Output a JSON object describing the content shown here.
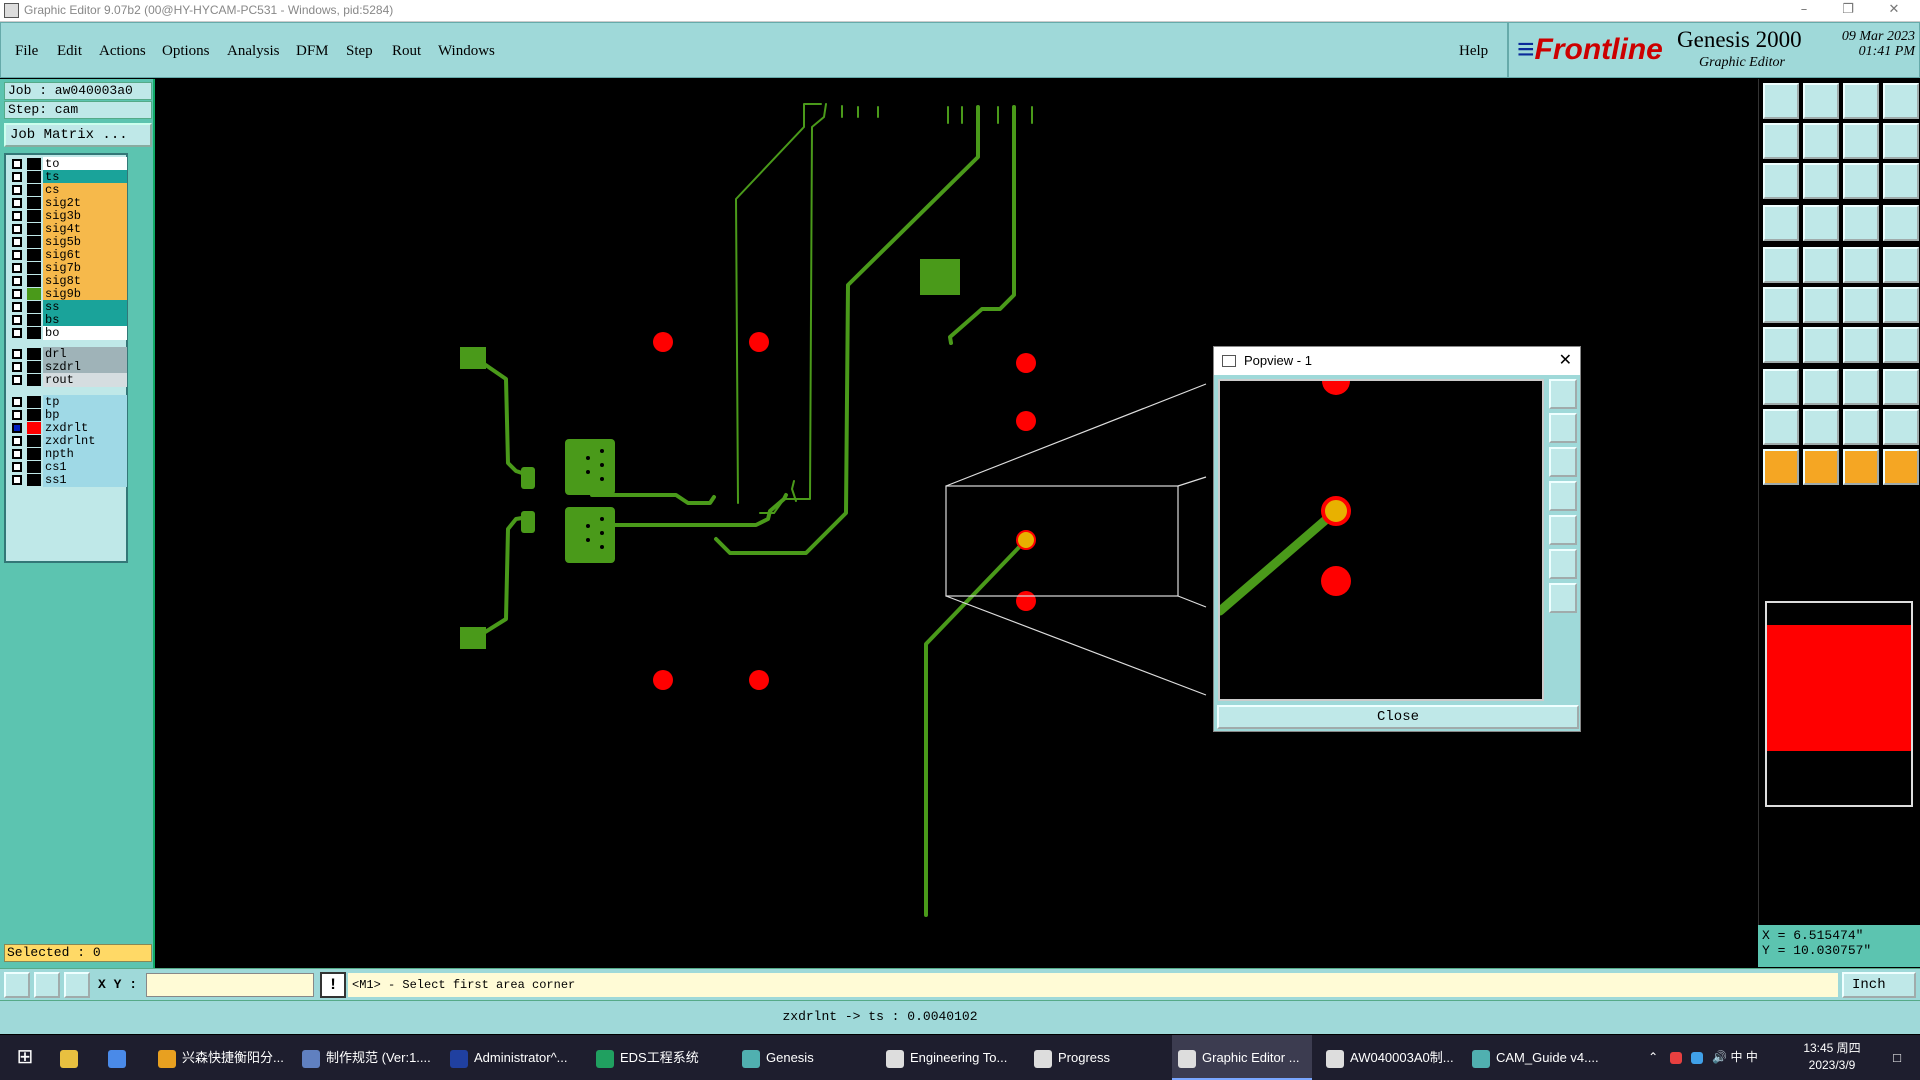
{
  "window": {
    "title": "Graphic Editor 9.07b2 (00@HY-HYCAM-PC531 - Windows, pid:5284)",
    "icon": "app-icon"
  },
  "menu": {
    "items": [
      "File",
      "Edit",
      "Actions",
      "Options",
      "Analysis",
      "DFM",
      "Step",
      "Rout",
      "Windows"
    ],
    "help": "Help"
  },
  "brand": {
    "logo": "Frontline",
    "product": "Genesis 2000",
    "subtitle": "Graphic Editor",
    "date": "09 Mar 2023",
    "time": "01:41 PM"
  },
  "job": {
    "job_label": "Job  : aw040003a0",
    "step_label": "Step: cam",
    "matrix_button": "Job Matrix ..."
  },
  "layers": [
    {
      "name": "to",
      "color": "#ffffff",
      "swatch": "#000000"
    },
    {
      "name": "ts",
      "color": "#1aa39a",
      "swatch": "#000000"
    },
    {
      "name": "cs",
      "color": "#f6b94b",
      "swatch": "#000000"
    },
    {
      "name": "sig2t",
      "color": "#f6b94b",
      "swatch": "#000000"
    },
    {
      "name": "sig3b",
      "color": "#f6b94b",
      "swatch": "#000000"
    },
    {
      "name": "sig4t",
      "color": "#f6b94b",
      "swatch": "#000000"
    },
    {
      "name": "sig5b",
      "color": "#f6b94b",
      "swatch": "#000000"
    },
    {
      "name": "sig6t",
      "color": "#f6b94b",
      "swatch": "#000000"
    },
    {
      "name": "sig7b",
      "color": "#f6b94b",
      "swatch": "#000000"
    },
    {
      "name": "sig8t",
      "color": "#f6b94b",
      "swatch": "#000000"
    },
    {
      "name": "sig9b",
      "color": "#f6b94b",
      "swatch": "#4a9a1a"
    },
    {
      "name": "ss",
      "color": "#1aa39a",
      "swatch": "#000000"
    },
    {
      "name": "bs",
      "color": "#1aa39a",
      "swatch": "#000000"
    },
    {
      "name": "bo",
      "color": "#ffffff",
      "swatch": "#000000"
    },
    {
      "name": "drl",
      "color": "#9fb3b8",
      "swatch": "#000000"
    },
    {
      "name": "szdrl",
      "color": "#9fb3b8",
      "swatch": "#000000"
    },
    {
      "name": "rout",
      "color": "#d5dde0",
      "swatch": "#000000"
    },
    {
      "name": "tp",
      "color": "#9fd9e6",
      "swatch": "#000000"
    },
    {
      "name": "bp",
      "color": "#9fd9e6",
      "swatch": "#000000"
    },
    {
      "name": "zxdrlt",
      "color": "#9fd9e6",
      "swatch": "#ff0000",
      "checked": true
    },
    {
      "name": "zxdrlnt",
      "color": "#9fd9e6",
      "swatch": "#000000"
    },
    {
      "name": "npth",
      "color": "#9fd9e6",
      "swatch": "#000000"
    },
    {
      "name": "cs1",
      "color": "#9fd9e6",
      "swatch": "#000000"
    },
    {
      "name": "ss1",
      "color": "#9fd9e6",
      "swatch": "#000000"
    }
  ],
  "selected": "Selected : 0",
  "coords": {
    "x": "X  =  6.515474\"",
    "y": "Y  = 10.030757\""
  },
  "command": {
    "xy_label": "X Y :",
    "xy_value": "",
    "info": "!",
    "prompt": "<M1> - Select first area corner",
    "units": "Inch"
  },
  "status": "zxdrlnt -> ts : 0.0040102",
  "popview": {
    "title": "Popview - 1",
    "close": "Close",
    "close_x": "✕"
  },
  "colors": {
    "trace": "#4a9a1a",
    "drill": "#ff0000",
    "drill_highlight": "#e8b100"
  },
  "taskbar": {
    "items": [
      {
        "label": "兴森快捷衡阳分...",
        "icon": "#e8a020"
      },
      {
        "label": "制作规范 (Ver:1....",
        "icon": "#6080c0"
      },
      {
        "label": "Administrator^...",
        "icon": "#2040a0"
      },
      {
        "label": "EDS工程系统",
        "icon": "#20a060"
      },
      {
        "label": "Genesis",
        "icon": "#50b0b0"
      },
      {
        "label": "Engineering To...",
        "icon": "#dddddd"
      },
      {
        "label": "Progress",
        "icon": "#dddddd"
      },
      {
        "label": "Graphic Editor ...",
        "icon": "#dddddd",
        "active": true
      },
      {
        "label": "AW040003A0制...",
        "icon": "#dddddd"
      },
      {
        "label": "CAM_Guide v4....",
        "icon": "#50b0b0"
      }
    ],
    "tray": {
      "ime": "中",
      "lang": "中"
    },
    "clock_time": "13:45 周四",
    "clock_date": "2023/3/9"
  }
}
